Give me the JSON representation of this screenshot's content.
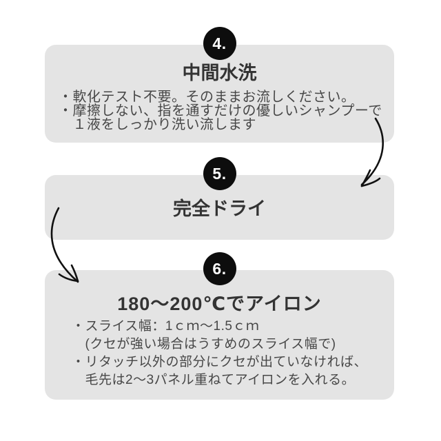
{
  "colors": {
    "page_bg": "#ffffff",
    "card_bg": "#e4e4e4",
    "badge_bg": "#0d0d0d",
    "badge_text": "#ffffff",
    "title_text": "#333333",
    "body_text": "#474747",
    "arrow": "#111111"
  },
  "steps": [
    {
      "number": "4.",
      "title": "中間水洗",
      "lines": [
        "・軟化テスト不要。そのままお流しください。",
        "・摩擦しない、指を通すだけの優しいシャンプーで",
        "　１液をしっかり洗い流します"
      ]
    },
    {
      "number": "5.",
      "title": "完全ドライ",
      "lines": []
    },
    {
      "number": "6.",
      "title": "180〜200℃でアイロン",
      "lines": [
        "・スライス幅：1ｃｍ〜1.5ｃｍ",
        "　(クセが強い場合はうすめのスライス幅で)",
        "・リタッチ以外の部分にクセが出ていなければ、",
        "　毛先は2〜3パネル重ねてアイロンを入れる。"
      ]
    }
  ]
}
